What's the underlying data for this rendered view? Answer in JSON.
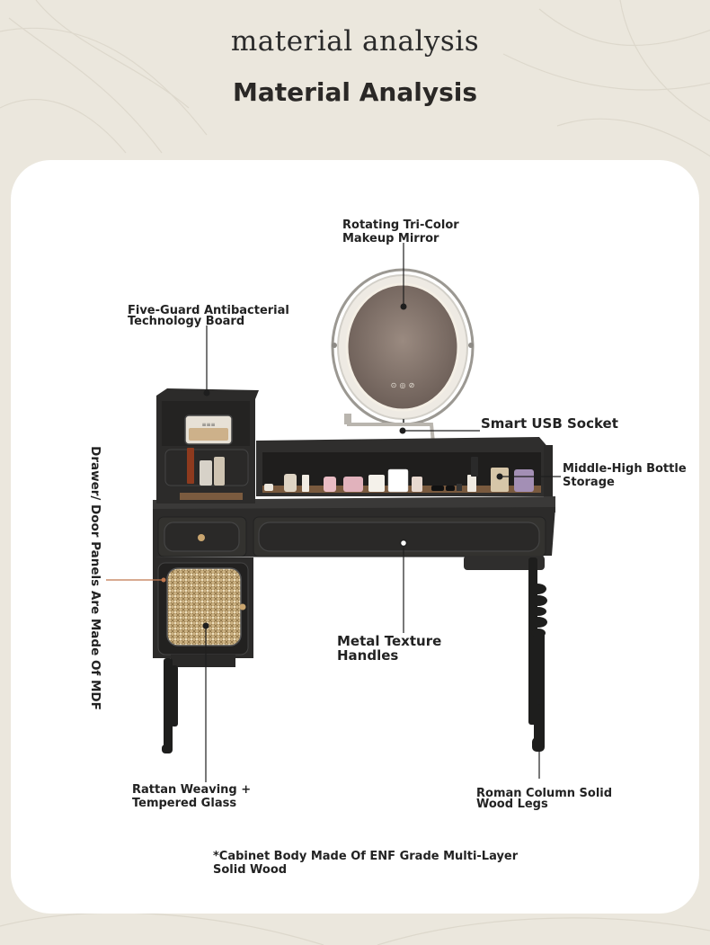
{
  "header": {
    "script_title": "material analysis",
    "title": "Material Analysis"
  },
  "callouts": {
    "mirror": [
      "Rotating Tri-Color",
      "Makeup Mirror"
    ],
    "board": [
      "Five-Guard Antibacterial",
      "Technology Board"
    ],
    "usb": "Smart USB Socket",
    "storage": [
      "Middle-High Bottle",
      "Storage"
    ],
    "panels": "Drawer/ Door Panels Are Made Of MDF",
    "handles": [
      "Metal Texture",
      "Handles"
    ],
    "rattan": [
      "Rattan Weaving +",
      "Tempered Glass"
    ],
    "legs": [
      "Roman Column Solid",
      "Wood Legs"
    ],
    "footnote": [
      "*Cabinet Body Made Of ENF Grade Multi-Layer",
      "Solid Wood"
    ]
  },
  "mirror_buttons": [
    "⊙",
    "◎",
    "⊘"
  ],
  "colors": {
    "background": "#ebe7dd",
    "card": "#ffffff",
    "furniture": "#2b2a29",
    "rattan": "#c9ad7c",
    "wood_accent": "#c47a45",
    "leader_line": "#1e1e1e"
  }
}
